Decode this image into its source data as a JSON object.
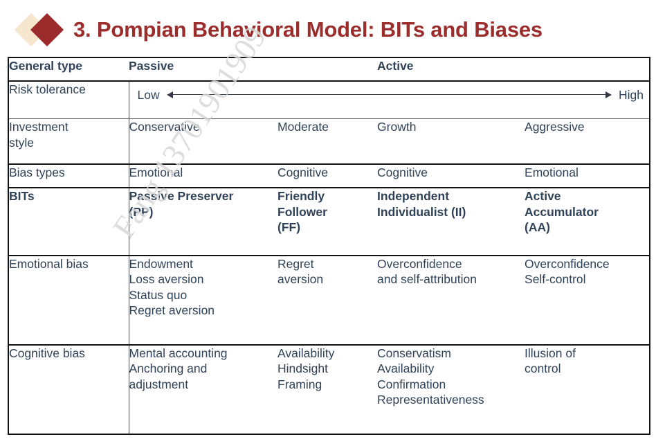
{
  "title": {
    "text": "3. Pompian Behavioral Model: BITs and Biases",
    "color": "#9B2D2D",
    "icon_light": "diamond-icon-light",
    "icon_dark": "diamond-icon-dark",
    "icon_light_color": "#F5E6CD",
    "icon_dark_color": "#9C2B2B"
  },
  "watermark": {
    "text": "Fang 13701901909"
  },
  "table": {
    "header": {
      "general": "General type",
      "passive": "Passive",
      "active": "Active"
    },
    "rows": [
      {
        "label": "Risk tolerance",
        "type": "arrow",
        "left_label": "Low",
        "right_label": "High"
      },
      {
        "label": "Investment style",
        "type": "text",
        "cells": [
          [
            "Conservative"
          ],
          [
            "Moderate"
          ],
          [
            "Growth"
          ],
          [
            "Aggressive"
          ]
        ]
      },
      {
        "label": "Bias types",
        "type": "text",
        "cells": [
          [
            "Emotional"
          ],
          [
            "Cognitive"
          ],
          [
            "Cognitive"
          ],
          [
            "Emotional"
          ]
        ]
      },
      {
        "label": "BITs",
        "type": "text",
        "bold": true,
        "cells": [
          [
            "Passive Preserver",
            "(PP)"
          ],
          [
            "Friendly",
            "Follower",
            "(FF)"
          ],
          [
            "Independent",
            "Individualist (II)"
          ],
          [
            "Active",
            "Accumulator",
            "(AA)"
          ]
        ]
      },
      {
        "label": "Emotional bias",
        "type": "text",
        "cells": [
          [
            "Endowment",
            "Loss aversion",
            "Status quo",
            "Regret aversion"
          ],
          [
            "Regret",
            "aversion"
          ],
          [
            "Overconfidence",
            "and self-attribution"
          ],
          [
            "Overconfidence",
            "Self-control"
          ]
        ]
      },
      {
        "label": "Cognitive bias",
        "type": "text",
        "cells": [
          [
            "Mental accounting",
            "Anchoring and",
            "adjustment"
          ],
          [
            "Availability",
            "Hindsight",
            "Framing"
          ],
          [
            "Conservatism",
            "Availability",
            "Confirmation",
            "Representativeness"
          ],
          [
            "Illusion of",
            "control"
          ]
        ]
      }
    ]
  }
}
